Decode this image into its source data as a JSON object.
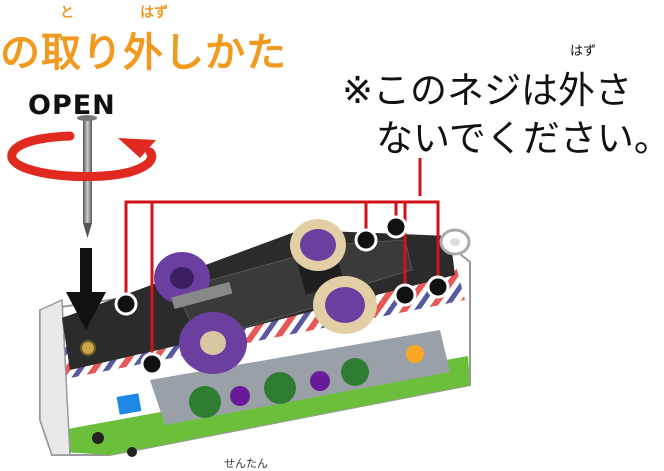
{
  "title": {
    "text": "の取り外しかた",
    "ruby_to": "と",
    "ruby_hazu": "はず",
    "color": "#f29a1f"
  },
  "open_label": "OPEN",
  "warning": {
    "line1": "※このネジは外さ",
    "line2": "ないでください。",
    "ruby_hazu": "はず"
  },
  "bottom_ruby": "せんたん",
  "colors": {
    "callout": "#d0121b",
    "rotate_arrow": "#e02a20",
    "wheel": "#6b3fa0",
    "stripe_red": "#e23a3a",
    "stripe_green": "#6cbf3a"
  }
}
